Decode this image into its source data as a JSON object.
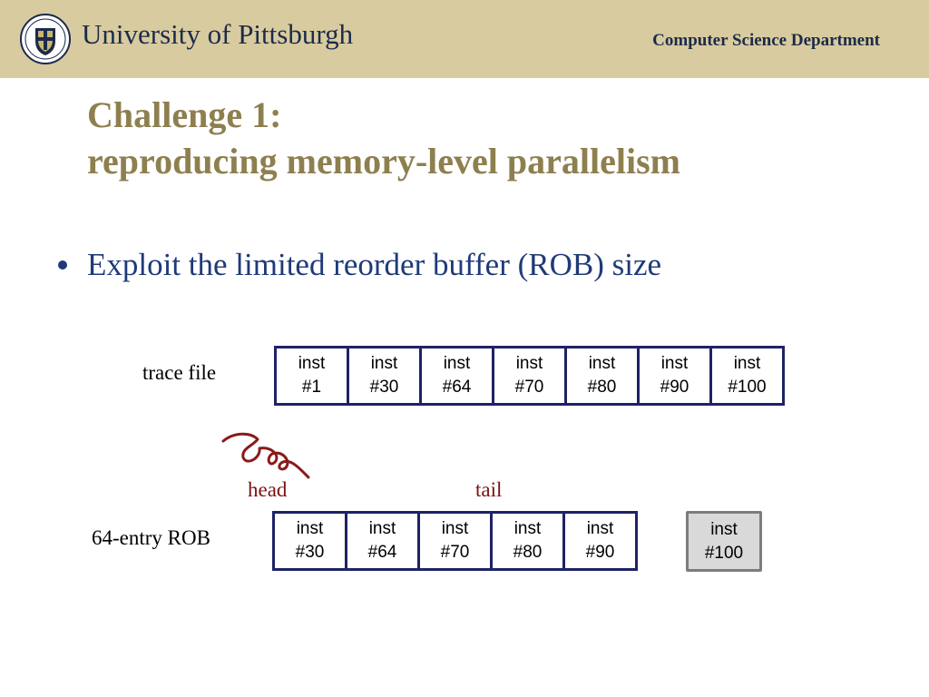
{
  "header": {
    "university": "University of Pittsburgh",
    "department": "Computer Science Department"
  },
  "title": {
    "line1": "Challenge 1:",
    "line2": "reproducing memory-level parallelism"
  },
  "bullet": "Exploit the limited reorder buffer (ROB) size",
  "trace": {
    "label": "trace file",
    "cells": [
      {
        "l1": "inst",
        "l2": "#1"
      },
      {
        "l1": "inst",
        "l2": "#30"
      },
      {
        "l1": "inst",
        "l2": "#64"
      },
      {
        "l1": "inst",
        "l2": "#70"
      },
      {
        "l1": "inst",
        "l2": "#80"
      },
      {
        "l1": "inst",
        "l2": "#90"
      },
      {
        "l1": "inst",
        "l2": "#100"
      }
    ]
  },
  "pointers": {
    "head": "head",
    "tail": "tail"
  },
  "rob": {
    "label": "64-entry ROB",
    "cells": [
      {
        "l1": "inst",
        "l2": "#30"
      },
      {
        "l1": "inst",
        "l2": "#64"
      },
      {
        "l1": "inst",
        "l2": "#70"
      },
      {
        "l1": "inst",
        "l2": "#80"
      },
      {
        "l1": "inst",
        "l2": "#90"
      }
    ],
    "pending": {
      "l1": "inst",
      "l2": "#100"
    }
  },
  "colors": {
    "header_bg": "#d8cb9f",
    "title": "#8e7f4f",
    "bullet": "#1e3a78",
    "buffer_border": "#1e2366",
    "pointer_text": "#7a1111",
    "pending_fill": "#d9d9d9"
  },
  "icons": {
    "logo": "university-seal-icon",
    "annotation": "scribble-mark"
  }
}
